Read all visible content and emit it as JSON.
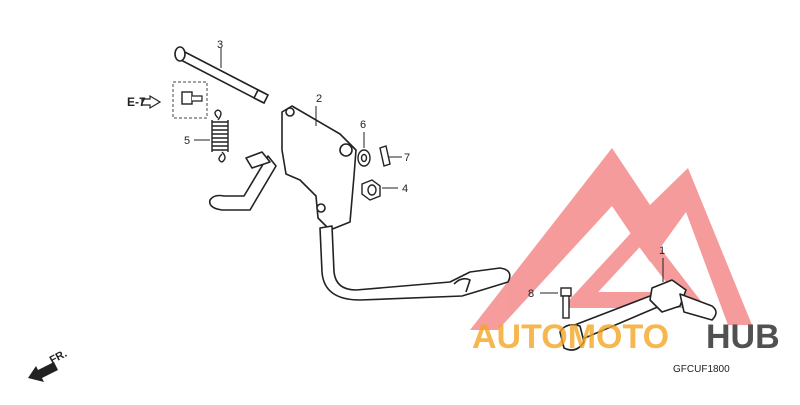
{
  "diagram": {
    "callouts": {
      "c1": "1",
      "c2": "2",
      "c3": "3",
      "c4": "4",
      "c5": "5",
      "c6": "6",
      "c7": "7",
      "c8": "8"
    },
    "ref_tag": "E-7",
    "front_tag": "FR.",
    "drawing_code": "GFCUF1800"
  },
  "watermark": {
    "word_one": "AUTOMOTO",
    "word_two": "HUB",
    "colors": {
      "triangle": "#f04a4a",
      "text": "#f5a623",
      "text_dark": "#222222"
    }
  },
  "colors": {
    "line": "#222222",
    "fill": "#ffffff"
  }
}
